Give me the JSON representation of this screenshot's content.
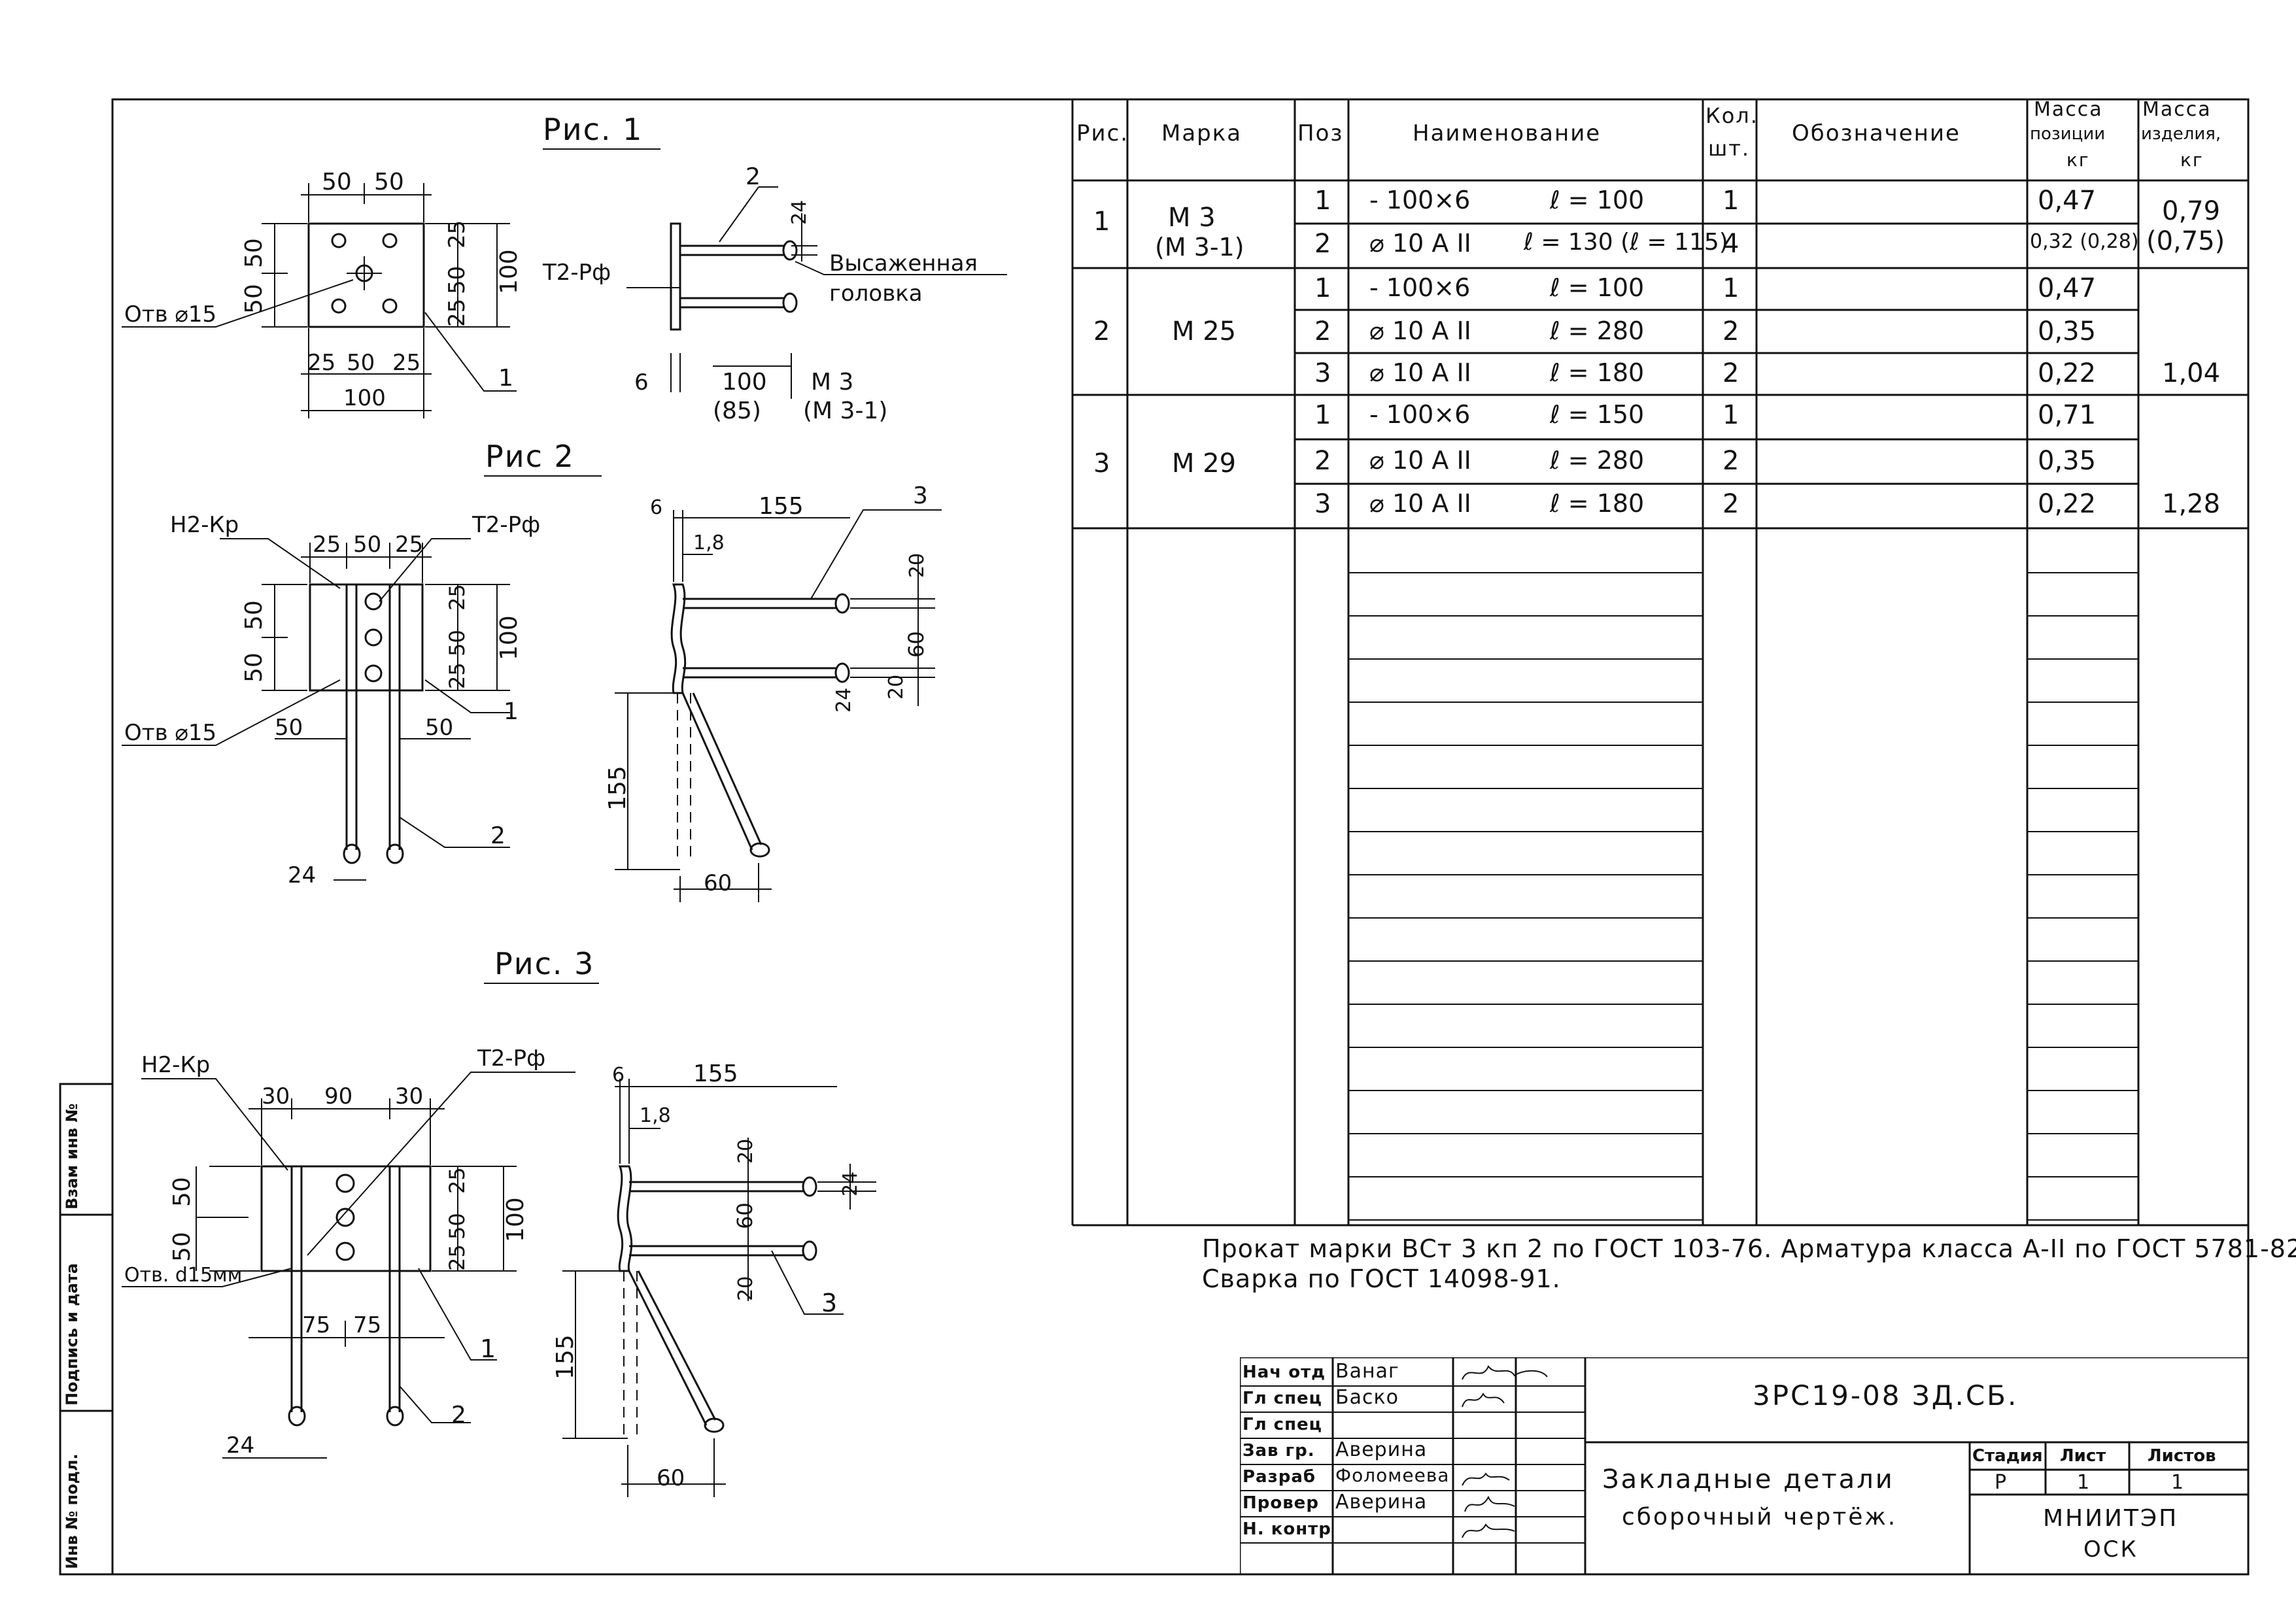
{
  "figures": {
    "fig1": {
      "title": "Рис. 1",
      "dims": {
        "top_left": "50",
        "top_right": "50",
        "left_a": "50",
        "left_b": "50",
        "right_a": "25",
        "right_b": "50",
        "right_c": "25",
        "height": "100",
        "bottom_a": "25",
        "bottom_b": "50",
        "bottom_c": "25",
        "width": "100"
      },
      "hole": "Отв ⌀15",
      "leader_1": "1",
      "leader_2": "2",
      "side_24": "24",
      "t2": "Т2-Рф",
      "head_a": "Высаженная",
      "head_b": "головка",
      "bottom_6": "6",
      "bottom_100": "100",
      "bottom_85": "(85)",
      "mark_a": "М 3",
      "mark_b": "(М 3-1)"
    },
    "fig2": {
      "title": "Рис 2",
      "h2": "Н2-Кр",
      "t2": "Т2-Рф",
      "top_a": "25",
      "top_b": "50",
      "top_c": "25",
      "left_a": "50",
      "left_b": "50",
      "right_a": "25",
      "right_b": "50",
      "right_c": "25",
      "height": "100",
      "hole": "Отв ⌀15",
      "low_l": "50",
      "low_r": "50",
      "leader_1": "1",
      "leader_2": "2",
      "leader_3": "3",
      "bot_24": "24",
      "side_6": "6",
      "side_155": "155",
      "side_18": "1,8",
      "side_20": "20",
      "side_60": "60",
      "side_20b": "20",
      "side_24": "24",
      "side_155v": "155",
      "side_60b": "60"
    },
    "fig3": {
      "title": "Рис. 3",
      "h2": "Н2-Кр",
      "t2": "Т2-Рф",
      "top_a": "30",
      "top_b": "90",
      "top_c": "30",
      "left_a": "50",
      "left_b": "50",
      "right_a": "25",
      "right_b": "50",
      "right_c": "25",
      "height": "100",
      "hole": "Отв. d15мм",
      "low_a": "75",
      "low_b": "75",
      "leader_1": "1",
      "leader_2": "2",
      "leader_3": "3",
      "bot_24": "24",
      "side_6": "6",
      "side_155": "155",
      "side_18": "1,8",
      "side_20": "20",
      "side_24": "24",
      "side_60": "60",
      "side_20b": "20",
      "side_155v": "155",
      "side_60b": "60"
    }
  },
  "spec_table": {
    "headers": {
      "fig": "Рис.",
      "mark": "Марка",
      "pos": "Поз",
      "name": "Наименование",
      "qty_a": "Кол.",
      "qty_b": "шт.",
      "designation": "Обозначение",
      "mass_pos_a": "Масса",
      "mass_pos_b": "позиции",
      "mass_pos_c": "кг",
      "mass_item_a": "Масса",
      "mass_item_b": "изделия,",
      "mass_item_c": "кг"
    },
    "groups": [
      {
        "fig": "1",
        "mark": "М 3",
        "mark2": "(М 3-1)",
        "item_mass": "0,79",
        "item_mass2": "(0,75)",
        "rows": [
          {
            "pos": "1",
            "name": "- 100×6",
            "len": "ℓ = 100",
            "qty": "1",
            "mass": "0,47"
          },
          {
            "pos": "2",
            "name": "⌀ 10 А II",
            "len": "ℓ = 130 (ℓ = 115)",
            "qty": "4",
            "mass": "0,32 (0,28)"
          }
        ]
      },
      {
        "fig": "2",
        "mark": "М 25",
        "mark2": "",
        "item_mass": "1,04",
        "item_mass2": "",
        "rows": [
          {
            "pos": "1",
            "name": "- 100×6",
            "len": "ℓ = 100",
            "qty": "1",
            "mass": "0,47"
          },
          {
            "pos": "2",
            "name": "⌀ 10 А II",
            "len": "ℓ = 280",
            "qty": "2",
            "mass": "0,35"
          },
          {
            "pos": "3",
            "name": "⌀ 10 А II",
            "len": "ℓ = 180",
            "qty": "2",
            "mass": "0,22"
          }
        ]
      },
      {
        "fig": "3",
        "mark": "М 29",
        "mark2": "",
        "item_mass": "1,28",
        "item_mass2": "",
        "rows": [
          {
            "pos": "1",
            "name": "- 100×6",
            "len": "ℓ = 150",
            "qty": "1",
            "mass": "0,71"
          },
          {
            "pos": "2",
            "name": "⌀ 10 А II",
            "len": "ℓ = 280",
            "qty": "2",
            "mass": "0,35"
          },
          {
            "pos": "3",
            "name": "⌀ 10 А II",
            "len": "ℓ = 180",
            "qty": "2",
            "mass": "0,22"
          }
        ]
      }
    ]
  },
  "notes": {
    "line1": "Прокат марки ВСт 3 кп 2 по ГОСТ 103-76. Арматура класса А-II по ГОСТ 5781-82",
    "line2": "Сварка по ГОСТ 14098-91."
  },
  "side_strip": {
    "inv_podl": "Инв № подл.",
    "sign_date": "Подпись и дата",
    "vzam": "Взам инв №"
  },
  "title_block": {
    "roles": [
      {
        "role": "Нач отд",
        "name": "Ванаг"
      },
      {
        "role": "Гл спец",
        "name": "Баско"
      },
      {
        "role": "Гл спец",
        "name": ""
      },
      {
        "role": "Зав гр.",
        "name": "Аверина"
      },
      {
        "role": "Разраб",
        "name": "Фоломеева"
      },
      {
        "role": "Провер",
        "name": "Аверина"
      },
      {
        "role": "Н. контр",
        "name": ""
      }
    ],
    "code": "3РС19-08 ЗД.СБ.",
    "title_a": "Закладные детали",
    "title_b": "сборочный чертёж.",
    "stage_h": "Стадия",
    "sheet_h": "Лист",
    "sheets_h": "Листов",
    "stage": "Р",
    "sheet": "1",
    "sheets": "1",
    "org_a": "МНИИТЭП",
    "org_b": "ОСК"
  }
}
